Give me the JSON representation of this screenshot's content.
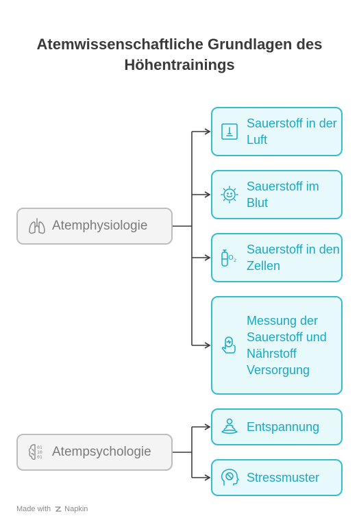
{
  "title": "Atemwissenschaftliche Grundlagen des Höhentrainings",
  "groups": [
    {
      "label": "Atemphysiologie",
      "icon": "lungs-icon",
      "children": [
        {
          "label": "Sauerstoff in der Luft",
          "icon": "air-window-icon"
        },
        {
          "label": "Sauerstoff im Blut",
          "icon": "sun-face-icon"
        },
        {
          "label": "Sauerstoff in den Zellen",
          "icon": "oxygen-tank-icon"
        },
        {
          "label": "Messung der Sauerstoff und Nährstoff Versorgung",
          "icon": "finger-pulse-icon"
        }
      ]
    },
    {
      "label": "Atempsychologie",
      "icon": "brain-binary-icon",
      "children": [
        {
          "label": "Entspannung",
          "icon": "meditation-icon"
        },
        {
          "label": "Stressmuster",
          "icon": "stressed-head-icon"
        }
      ]
    }
  ],
  "footer": {
    "made_with": "Made with",
    "brand": "Napkin"
  },
  "colors": {
    "accent": "#34bcd2",
    "accent_text": "#1ba8c3",
    "leaf_fill": "#e8f9fc",
    "root_border": "#bdbdbd",
    "root_fill": "#f4f4f4"
  }
}
